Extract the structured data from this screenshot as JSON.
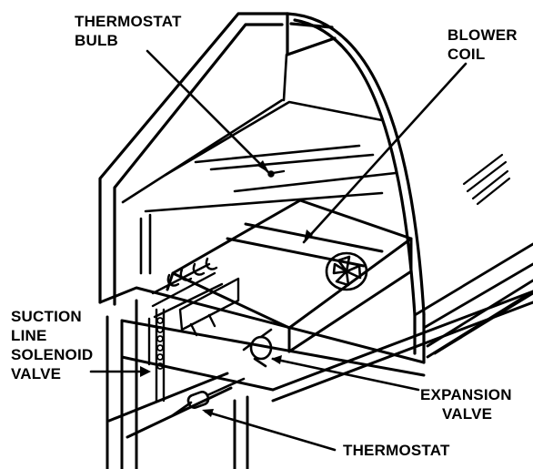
{
  "labels": {
    "thermostat_bulb": [
      "THERMOSTAT",
      "BULB"
    ],
    "blower_coil": [
      "BLOWER",
      "COIL"
    ],
    "suction_line_solenoid_valve": [
      "SUCTION",
      "LINE",
      "SOLENOID",
      "VALVE"
    ],
    "expansion_valve": [
      "EXPANSION",
      "VALVE"
    ],
    "thermostat": [
      "THERMOSTAT"
    ]
  },
  "colors": {
    "line": "#000000",
    "background": "#ffffff"
  }
}
